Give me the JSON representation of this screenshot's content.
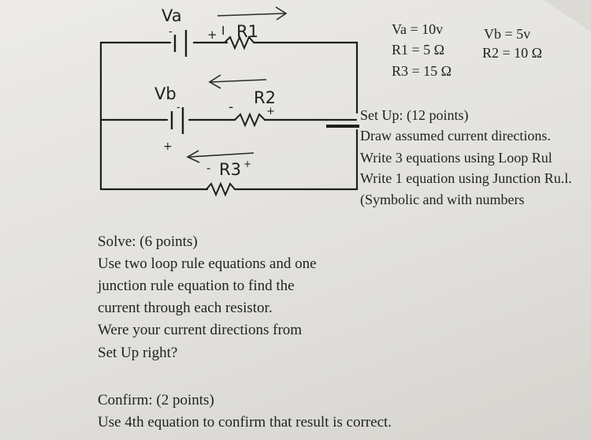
{
  "circuit": {
    "labels": {
      "va": "Va",
      "vb": "Vb",
      "r1": "R1",
      "r2": "R2",
      "r3": "R3"
    },
    "marks": {
      "va_minus": "-",
      "va_plus": "+",
      "r1_mark": "I",
      "vb_minus": "-",
      "vb_plus": "+",
      "r2_minus": "-",
      "r2_plus": "+",
      "r3_minus": "-",
      "r3_plus": "+"
    }
  },
  "values": {
    "va": "Va = 10v",
    "vb": "Vb = 5v",
    "r1": "R1 = 5 Ω",
    "r2": "R2 = 10 Ω",
    "r3": "R3 = 15 Ω"
  },
  "setup": {
    "lines": [
      "Set Up: (12 points)",
      "Draw assumed current directions.",
      "Write 3 equations using Loop Rul",
      "Write 1 equation using Junction Ru.l.",
      "(Symbolic and with numbers"
    ]
  },
  "solve": {
    "lines": [
      "Solve: (6 points)",
      "Use two loop rule equations and one",
      "junction rule equation to find the",
      "current through each resistor.",
      "Were your current directions from",
      "Set Up right?"
    ]
  },
  "confirm": {
    "lines": [
      "Confirm: (2 points)",
      "Use 4th equation to confirm that result is correct."
    ]
  }
}
